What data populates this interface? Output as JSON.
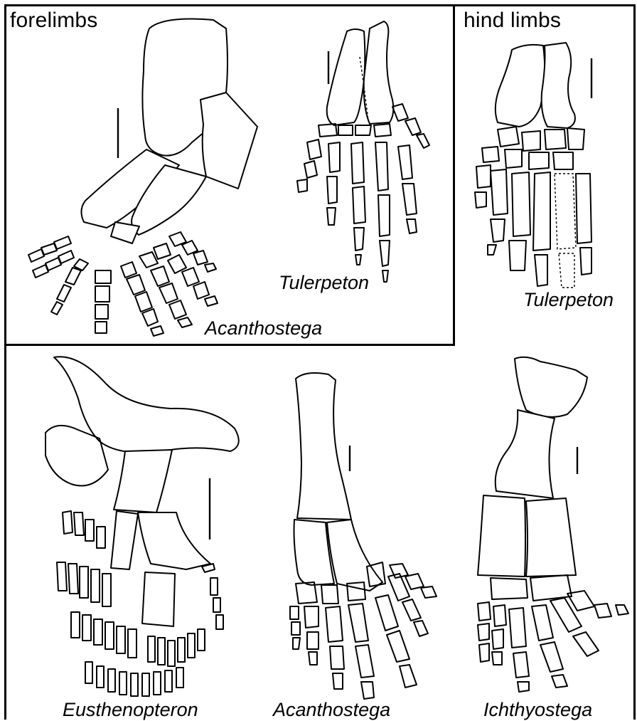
{
  "headers": {
    "forelimbs": "forelimbs",
    "hind_limbs": "hind limbs"
  },
  "labels": {
    "acanthostega_forelimb": "Acanthostega",
    "tulerpeton_forelimb": "Tulerpeton",
    "tulerpeton_hindlimb": "Tulerpeton",
    "eusthenopteron": "Eusthenopteron",
    "acanthostega_bottom": "Acanthostega",
    "ichthyostega": "Ichthyostega"
  }
}
